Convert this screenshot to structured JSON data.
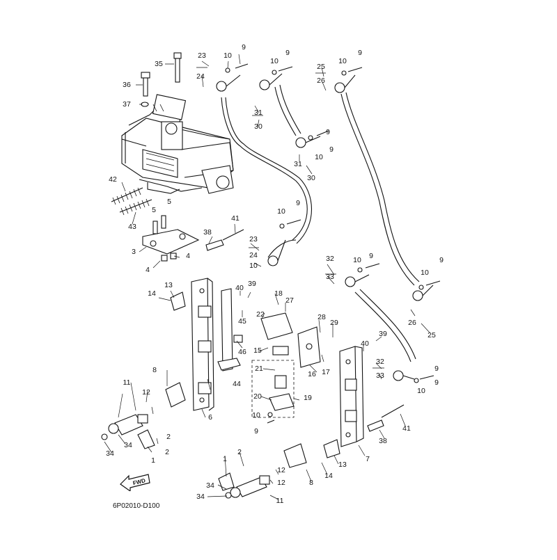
{
  "diagram_code": "6P02010-D100",
  "fwd_label": "FWD",
  "callouts": [
    "1",
    "2",
    "3",
    "4",
    "5",
    "6",
    "7",
    "8",
    "9",
    "10",
    "11",
    "12",
    "13",
    "14",
    "15",
    "16",
    "17",
    "18",
    "19",
    "20",
    "21",
    "22",
    "23",
    "24",
    "25",
    "26",
    "27",
    "28",
    "29",
    "30",
    "31",
    "32",
    "33",
    "34",
    "35",
    "36",
    "37",
    "38",
    "39",
    "40",
    "41",
    "42",
    "43",
    "44",
    "45",
    "46"
  ]
}
